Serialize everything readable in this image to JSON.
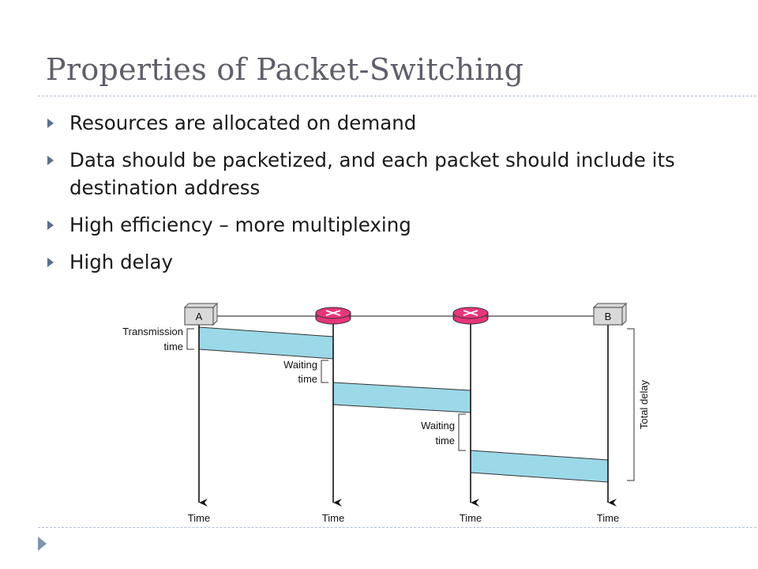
{
  "slide": {
    "title": "Properties of Packet-Switching",
    "bullets": [
      "Resources are allocated on demand",
      "Data should be packetized, and each packet should include its destination address",
      "High efficiency – more multiplexing",
      "High delay"
    ]
  },
  "diagram": {
    "endpoint_a": "A",
    "endpoint_b": "B",
    "axis_label": "Time",
    "transmission_time": [
      "Transmission",
      "time"
    ],
    "waiting_time": [
      "Waiting",
      "time"
    ],
    "total_delay": "Total delay",
    "colors": {
      "packet_fill": "#9bd9e8",
      "router_fill": "#e8357a",
      "node_fill": "#d9d9d9"
    }
  }
}
